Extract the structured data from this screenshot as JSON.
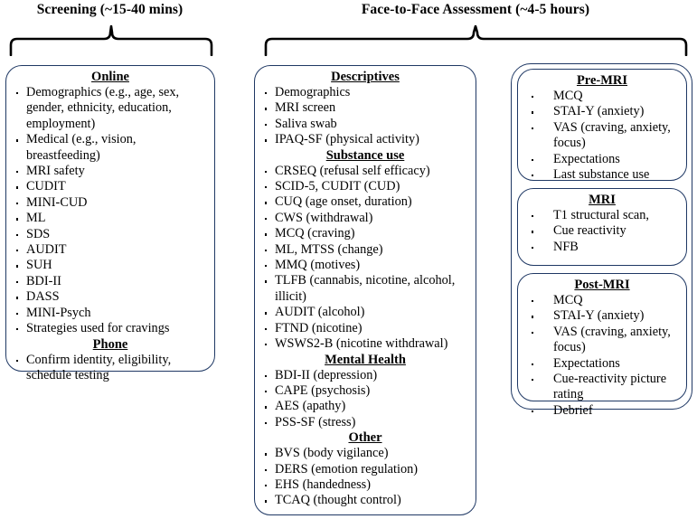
{
  "sections": [
    {
      "id": "screening",
      "title": "Screening (~15-40 mins)"
    },
    {
      "id": "face-to-face",
      "title": "Face-to-Face Assessment (~4-5 hours)"
    }
  ],
  "screening_box": {
    "groups": [
      {
        "heading": "Online",
        "items": [
          "Demographics (e.g., age, sex, gender, ethnicity, education, employment)",
          "Medical (e.g., vision, breastfeeding)",
          "MRI safety",
          "CUDIT",
          "MINI-CUD",
          "ML",
          "SDS",
          "AUDIT",
          "SUH",
          "BDI-II",
          "DASS",
          "MINI-Psych",
          "Strategies used for cravings"
        ]
      },
      {
        "heading": "Phone",
        "items": [
          "Confirm identity, eligibility, schedule testing"
        ]
      }
    ]
  },
  "assessment_box": {
    "groups": [
      {
        "heading": "Descriptives",
        "items": [
          "Demographics",
          "MRI screen",
          "Saliva swab",
          "IPAQ-SF (physical activity)"
        ]
      },
      {
        "heading": "Substance use",
        "items": [
          "CRSEQ (refusal self efficacy)",
          "SCID-5, CUDIT (CUD)",
          "CUQ (age onset, duration)",
          "CWS (withdrawal)",
          "MCQ (craving)",
          "ML, MTSS (change)",
          "MMQ (motives)",
          "TLFB (cannabis, nicotine, alcohol, illicit)",
          "AUDIT (alcohol)",
          "FTND (nicotine)",
          "WSWS2-B (nicotine withdrawal)"
        ]
      },
      {
        "heading": "Mental Health",
        "items": [
          "BDI-II (depression)",
          "CAPE (psychosis)",
          "AES (apathy)",
          "PSS-SF (stress)"
        ]
      },
      {
        "heading": "Other",
        "items": [
          "BVS (body vigilance)",
          "DERS (emotion regulation)",
          "EHS (handedness)",
          "TCAQ (thought control)"
        ]
      }
    ]
  },
  "mri_column": {
    "pre_mri": {
      "heading": "Pre-MRI",
      "items": [
        "MCQ",
        "STAI-Y (anxiety)",
        "VAS (craving, anxiety, focus)",
        "Expectations",
        "Last substance use"
      ]
    },
    "mri": {
      "heading": "MRI",
      "items": [
        "T1 structural scan,",
        "Cue reactivity",
        "NFB"
      ]
    },
    "post_mri": {
      "heading": "Post-MRI",
      "items": [
        "MCQ",
        "STAI-Y (anxiety)",
        "VAS (craving, anxiety, focus)",
        "Expectations",
        "Cue-reactivity picture rating",
        "Debrief"
      ]
    }
  },
  "colors": {
    "box_border": "#1F3864",
    "brace": "#000000",
    "text": "#000000",
    "background": "#FFFFFF"
  }
}
